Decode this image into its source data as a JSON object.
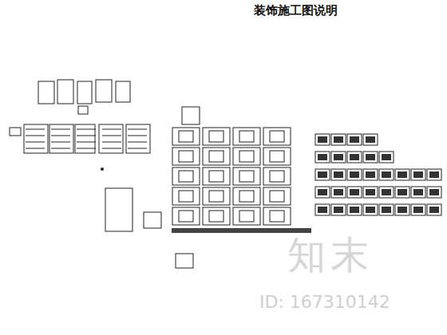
{
  "diagram": {
    "title": "装饰施工图说明",
    "labels": [
      "知末",
      "ID: 167310142"
    ]
  }
}
